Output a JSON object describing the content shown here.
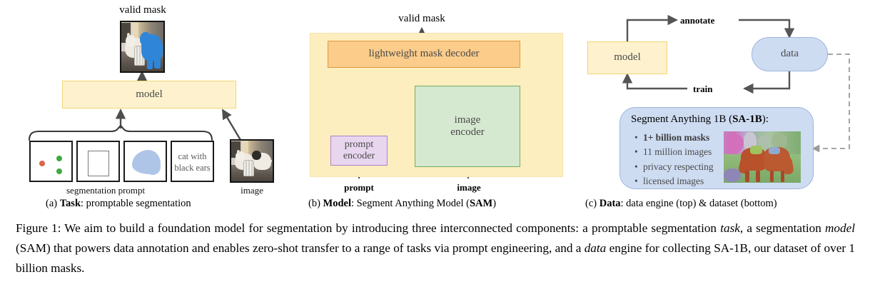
{
  "figure": {
    "panels": [
      {
        "id": "a",
        "caption_prefix": "(a) ",
        "caption_bold": "Task",
        "caption_rest": ": promptable segmentation",
        "output_label": "valid mask",
        "model_label": "model",
        "prompt_group_label": "segmentation prompt",
        "image_label": "image",
        "prompt_cards": [
          {
            "type": "points",
            "text": ""
          },
          {
            "type": "box",
            "text": ""
          },
          {
            "type": "mask",
            "text": ""
          },
          {
            "type": "text",
            "text": "cat with black ears"
          }
        ]
      },
      {
        "id": "b",
        "caption_prefix": "(b) ",
        "caption_bold": "Model",
        "caption_rest": ": Segment Anything Model (",
        "caption_bold2": "SAM",
        "caption_tail": ")",
        "output_label": "valid mask",
        "decoder_label": "lightweight mask decoder",
        "prompt_encoder_label": "prompt encoder",
        "image_encoder_label": "image encoder",
        "input_prompt_label": "prompt",
        "input_image_label": "image"
      },
      {
        "id": "c",
        "caption_prefix": "(c) ",
        "caption_bold": "Data",
        "caption_rest": ": data engine (top) & dataset (bottom)",
        "model_label": "model",
        "data_label": "data",
        "annotate_label": "annotate",
        "train_label": "train",
        "dataset": {
          "title_prefix": "Segment Anything 1B (",
          "title_bold": "SA-1B",
          "title_suffix": "):",
          "bullets": [
            {
              "text": "1+ billion masks",
              "bold": true
            },
            {
              "text": "11 million images",
              "bold": false
            },
            {
              "text": "privacy respecting",
              "bold": false
            },
            {
              "text": "licensed images",
              "bold": false
            }
          ]
        }
      }
    ],
    "caption": {
      "number": "Figure 1:",
      "segments": [
        {
          "text": " We aim to build a foundation model for segmentation by introducing three interconnected components: a promptable segmentation ",
          "italic": false
        },
        {
          "text": "task",
          "italic": true
        },
        {
          "text": ", a segmentation ",
          "italic": false
        },
        {
          "text": "model",
          "italic": true
        },
        {
          "text": " (SAM) that powers data annotation and enables zero-shot transfer to a range of tasks via prompt engineering, and a ",
          "italic": false
        },
        {
          "text": "data",
          "italic": true
        },
        {
          "text": " engine for collecting SA-1B, our dataset of over 1 billion masks.",
          "italic": false
        }
      ]
    }
  },
  "colors": {
    "model_fill": "#fdf2cd",
    "model_stroke": "#f2d675",
    "decoder_fill": "#fbcc8a",
    "decoder_stroke": "#e09a3e",
    "prompt_encoder_fill": "#e8d6ef",
    "prompt_encoder_stroke": "#b07fc7",
    "image_encoder_fill": "#d5e8d0",
    "image_encoder_stroke": "#71ad5f",
    "data_fill": "#cedcf2",
    "data_stroke": "#9db4da",
    "arrow": "#4d4d4d",
    "point_positive": "#3faa3f",
    "point_negative": "#d9654d",
    "mask_blob": "#aec5e8"
  }
}
